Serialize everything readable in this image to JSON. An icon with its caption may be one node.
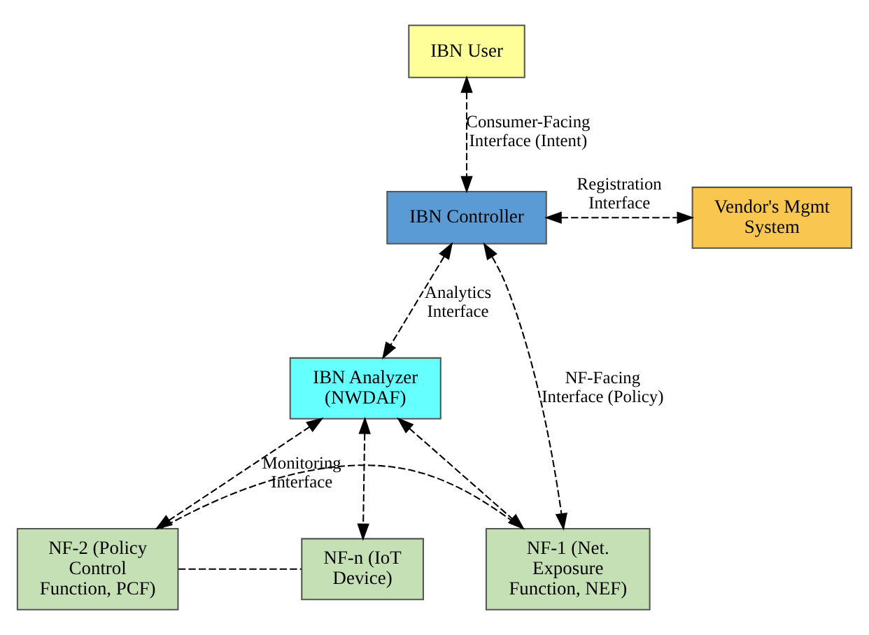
{
  "diagram": {
    "nodes": [
      {
        "text": [
          "IBN User"
        ]
      },
      {
        "text": [
          "IBN Controller"
        ]
      },
      {
        "text": [
          "Vendor's Mgmt System"
        ]
      },
      {
        "text": [
          "IBN Analyzer (NWDAF)"
        ]
      },
      {
        "text": [
          "NF-1 (Net. Exposure Function, NEF)"
        ]
      },
      {
        "text": [
          "NF-2 (Policy Control Function, PCF)"
        ]
      },
      {
        "text": [
          "NF-n (IoT Device)"
        ]
      }
    ],
    "edges": [
      {
        "from": 0,
        "to": 1,
        "arrow": "both",
        "style": "dashed",
        "label": "Consumer-Facing Interface (Intent)"
      },
      {
        "from": 1,
        "to": 2,
        "arrow": "both",
        "style": "dashed",
        "label": "Registration Interface"
      },
      {
        "from": 1,
        "to": 3,
        "arrow": "both",
        "style": "dashed",
        "label": "Analytics Interface"
      },
      {
        "from": 1,
        "to": 4,
        "arrow": "both",
        "style": "dashed",
        "label": "NF-Facing Interface (Policy)"
      },
      {
        "from": 3,
        "to": 4,
        "arrow": "both",
        "style": "dashed"
      },
      {
        "from": 3,
        "to": 5,
        "arrow": "both",
        "style": "dashed",
        "label": "Monitoring Interface"
      },
      {
        "from": 3,
        "to": 6,
        "arrow": "both",
        "style": "dashed"
      },
      {
        "from": 4,
        "to": 5,
        "arrow": "none",
        "style": "dashed"
      },
      {
        "from": 5,
        "to": 6,
        "arrow": "none",
        "style": "dashed"
      }
    ]
  }
}
